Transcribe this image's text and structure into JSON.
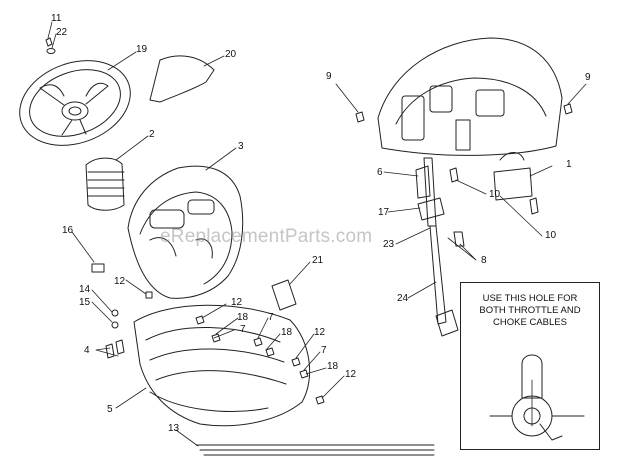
{
  "watermark": "eReplacementParts.com",
  "note": {
    "line1": "USE THIS HOLE FOR",
    "line2": "BOTH THROTTLE AND",
    "line3": "CHOKE CABLES"
  },
  "callouts": {
    "c11": "11",
    "c22": "22",
    "c19": "19",
    "c20": "20",
    "c2": "2",
    "c3": "3",
    "c16": "16",
    "c12a": "12",
    "c14": "14",
    "c15": "15",
    "c12b": "12",
    "c18a": "18",
    "c7a": "7",
    "c7b": "7",
    "c18b": "18",
    "c12c": "12",
    "c7c": "7",
    "c4": "4",
    "c18c": "18",
    "c12d": "12",
    "c5": "5",
    "c13": "13",
    "c21": "21",
    "c9a": "9",
    "c9b": "9",
    "c1": "1",
    "c6": "6",
    "c10a": "10",
    "c17": "17",
    "c10b": "10",
    "c23": "23",
    "c8": "8",
    "c24": "24"
  }
}
